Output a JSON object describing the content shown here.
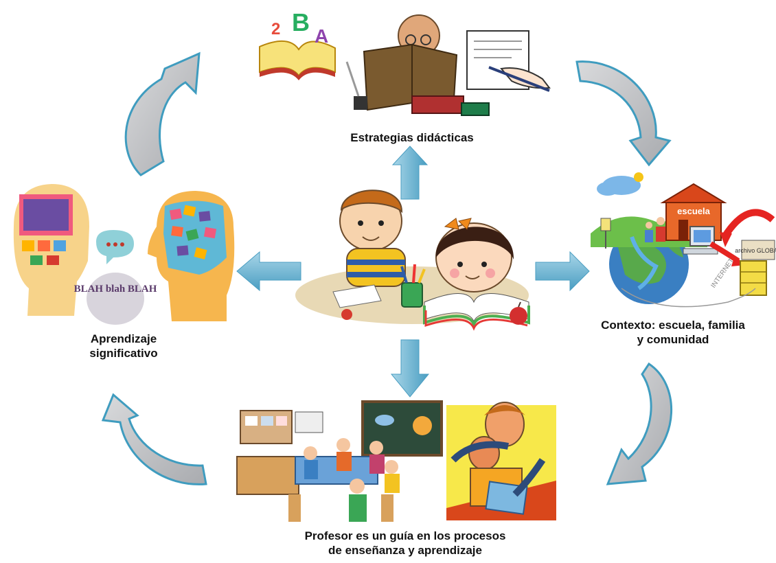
{
  "nodes": {
    "top": {
      "label": "Estrategias didácticas"
    },
    "right": {
      "label_line1": "Contexto: escuela, familia",
      "label_line2": "y comunidad"
    },
    "bottom": {
      "label_line1": "Profesor es un guía en los procesos",
      "label_line2": "de enseñanza y aprendizaje"
    },
    "left": {
      "label_line1": "Aprendizaje",
      "label_line2": "significativo"
    }
  },
  "illustrations": {
    "right_school_sign": "escuela",
    "right_network_text": "INTERNET",
    "right_archive_text": "archivo GLOBAL",
    "left_speech_text": "BLAH blah BLAH",
    "top_letters": [
      "2",
      "B",
      "A"
    ]
  },
  "colors": {
    "center_arrow": "#5aa9c9",
    "cycle_arrow_fill": "#c7c9cc",
    "cycle_arrow_stroke": "#3f9cbf"
  }
}
